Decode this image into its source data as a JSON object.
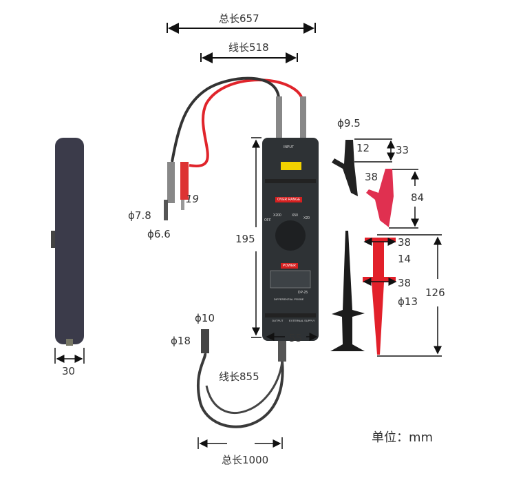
{
  "dimensions": {
    "total_length": "总长657",
    "lead_length": "线长518",
    "body_length": "195",
    "body_width": "55",
    "handle_width": "30",
    "tip_dia_1": "ϕ7.8",
    "tip_dia_2": "ϕ6.6",
    "tip_len": "19",
    "bnc_dia_1": "ϕ10",
    "bnc_dia_2": "ϕ18",
    "cable_length": "线长855",
    "cable_total": "总长1000",
    "clip_dia": "ϕ9.5",
    "clip_w": "12",
    "clip_h": "33",
    "red_clip_w": "38",
    "red_clip_h": "84",
    "hook_top_w": "38",
    "hook_shaft": "14",
    "hook_mid_w": "38",
    "hook_dia": "ϕ13",
    "hook_len": "126"
  },
  "unit": "单位：mm",
  "probe": {
    "input": "INPUT",
    "over_range": "OVER RANGE",
    "off": "OFF",
    "x200": "X200",
    "x50": "X50",
    "x20": "X20",
    "power": "POWER",
    "model": "DP-25",
    "type": "DIFFERENTIAL PROBE",
    "output": "OUTPUT",
    "supply": "EXTERNAL SUPPLY"
  },
  "colors": {
    "body": "#2e3235",
    "lead_red": "#e0242b",
    "lead_black": "#333",
    "handle": "#3b3b4a"
  }
}
